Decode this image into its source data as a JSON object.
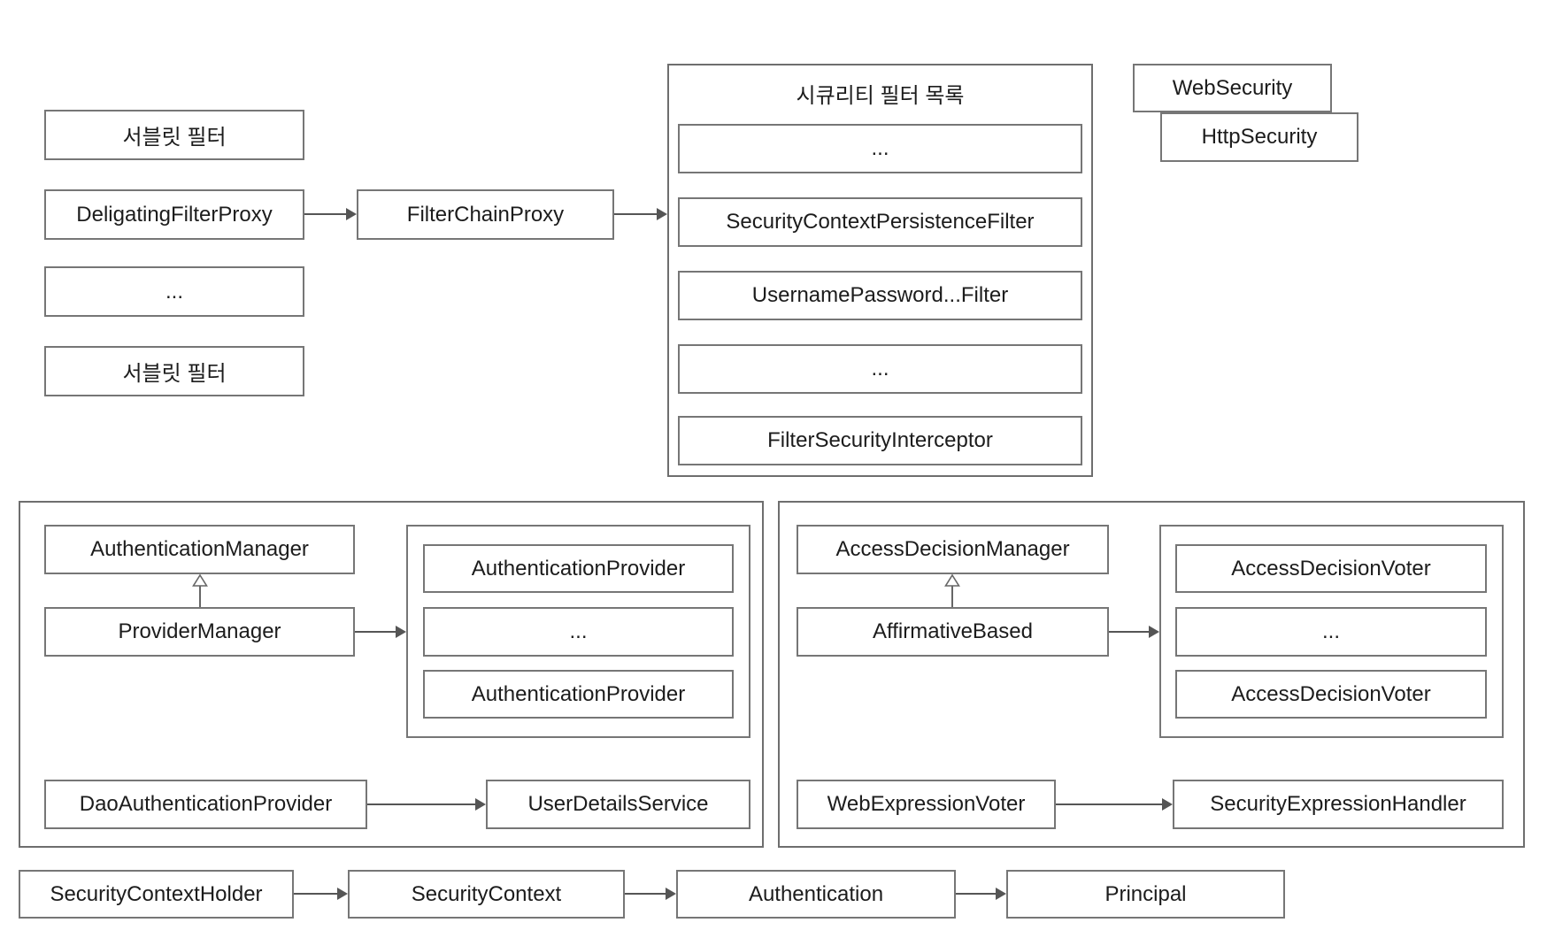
{
  "colors": {
    "box_border": "#767676",
    "panel_border": "#6e6e6e",
    "arrow": "#555555",
    "text": "#1c1c1c",
    "background": "#ffffff"
  },
  "servlet_chain": {
    "servlet_filter_top": "서블릿 필터",
    "deligating_filter_proxy": "DeligatingFilterProxy",
    "ellipsis": "...",
    "servlet_filter_bottom": "서블릿 필터",
    "filter_chain_proxy": "FilterChainProxy"
  },
  "security_filter_list": {
    "title": "시큐리티 필터 목록",
    "filters": [
      "...",
      "SecurityContextPersistenceFilter",
      "UsernamePassword...Filter",
      "...",
      "FilterSecurityInterceptor"
    ]
  },
  "config_objects": {
    "web_security": "WebSecurity",
    "http_security": "HttpSecurity"
  },
  "authentication_panel": {
    "authentication_manager": "AuthenticationManager",
    "provider_manager": "ProviderManager",
    "providers": [
      "AuthenticationProvider",
      "...",
      "AuthenticationProvider"
    ],
    "dao_authentication_provider": "DaoAuthenticationProvider",
    "user_details_service": "UserDetailsService"
  },
  "access_decision_panel": {
    "access_decision_manager": "AccessDecisionManager",
    "affirmative_based": "AffirmativeBased",
    "voters": [
      "AccessDecisionVoter",
      "...",
      "AccessDecisionVoter"
    ],
    "web_expression_voter": "WebExpressionVoter",
    "security_expression_handler": "SecurityExpressionHandler"
  },
  "context_chain": [
    "SecurityContextHolder",
    "SecurityContext",
    "Authentication",
    "Principal"
  ]
}
